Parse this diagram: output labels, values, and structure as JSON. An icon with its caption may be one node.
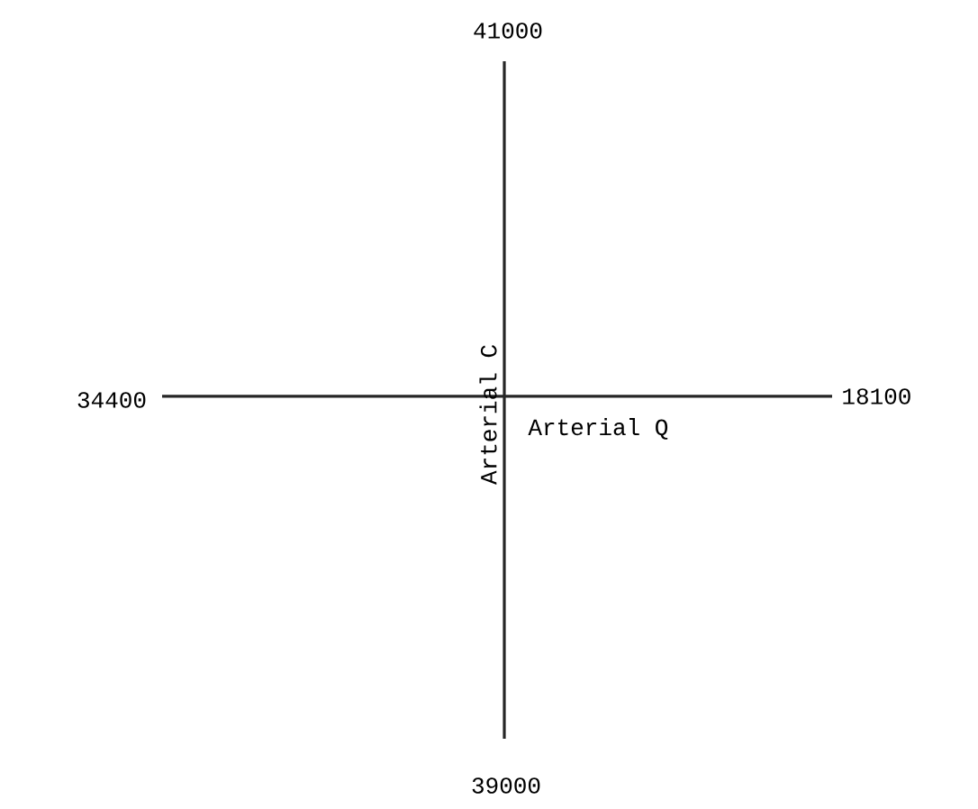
{
  "diagram": {
    "labels": [
      "41000",
      "34400",
      "18100",
      "Arterial C",
      "Arterial Q",
      "39000"
    ]
  }
}
